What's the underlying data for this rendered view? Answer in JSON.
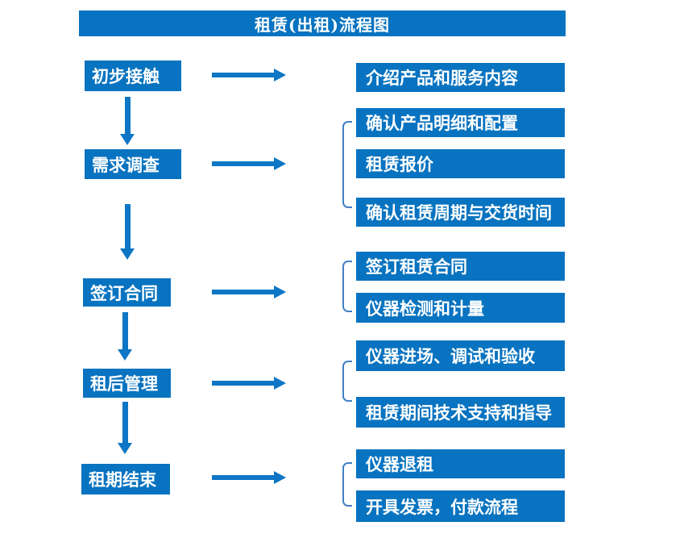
{
  "title": "租赁(出租)流程图",
  "colors": {
    "primary_blue": "#0873c0",
    "arrow_blue": "#0e76c4",
    "bracket_blue": "#4380c4",
    "text": "#ffffff",
    "background": "#ffffff"
  },
  "stages": [
    {
      "label": "初步接触",
      "outputs": [
        "介绍产品和服务内容"
      ]
    },
    {
      "label": "需求调查",
      "outputs": [
        "确认产品明细和配置",
        "租赁报价",
        "确认租赁周期与交货时间"
      ]
    },
    {
      "label": "签订合同",
      "outputs": [
        "签订租赁合同",
        "仪器检测和计量"
      ]
    },
    {
      "label": "租后管理",
      "outputs": [
        "仪器进场、调试和验收",
        "租赁期间技术支持和指导"
      ]
    },
    {
      "label": "租期结束",
      "outputs": [
        "仪器退租",
        "开具发票，付款流程"
      ]
    }
  ]
}
